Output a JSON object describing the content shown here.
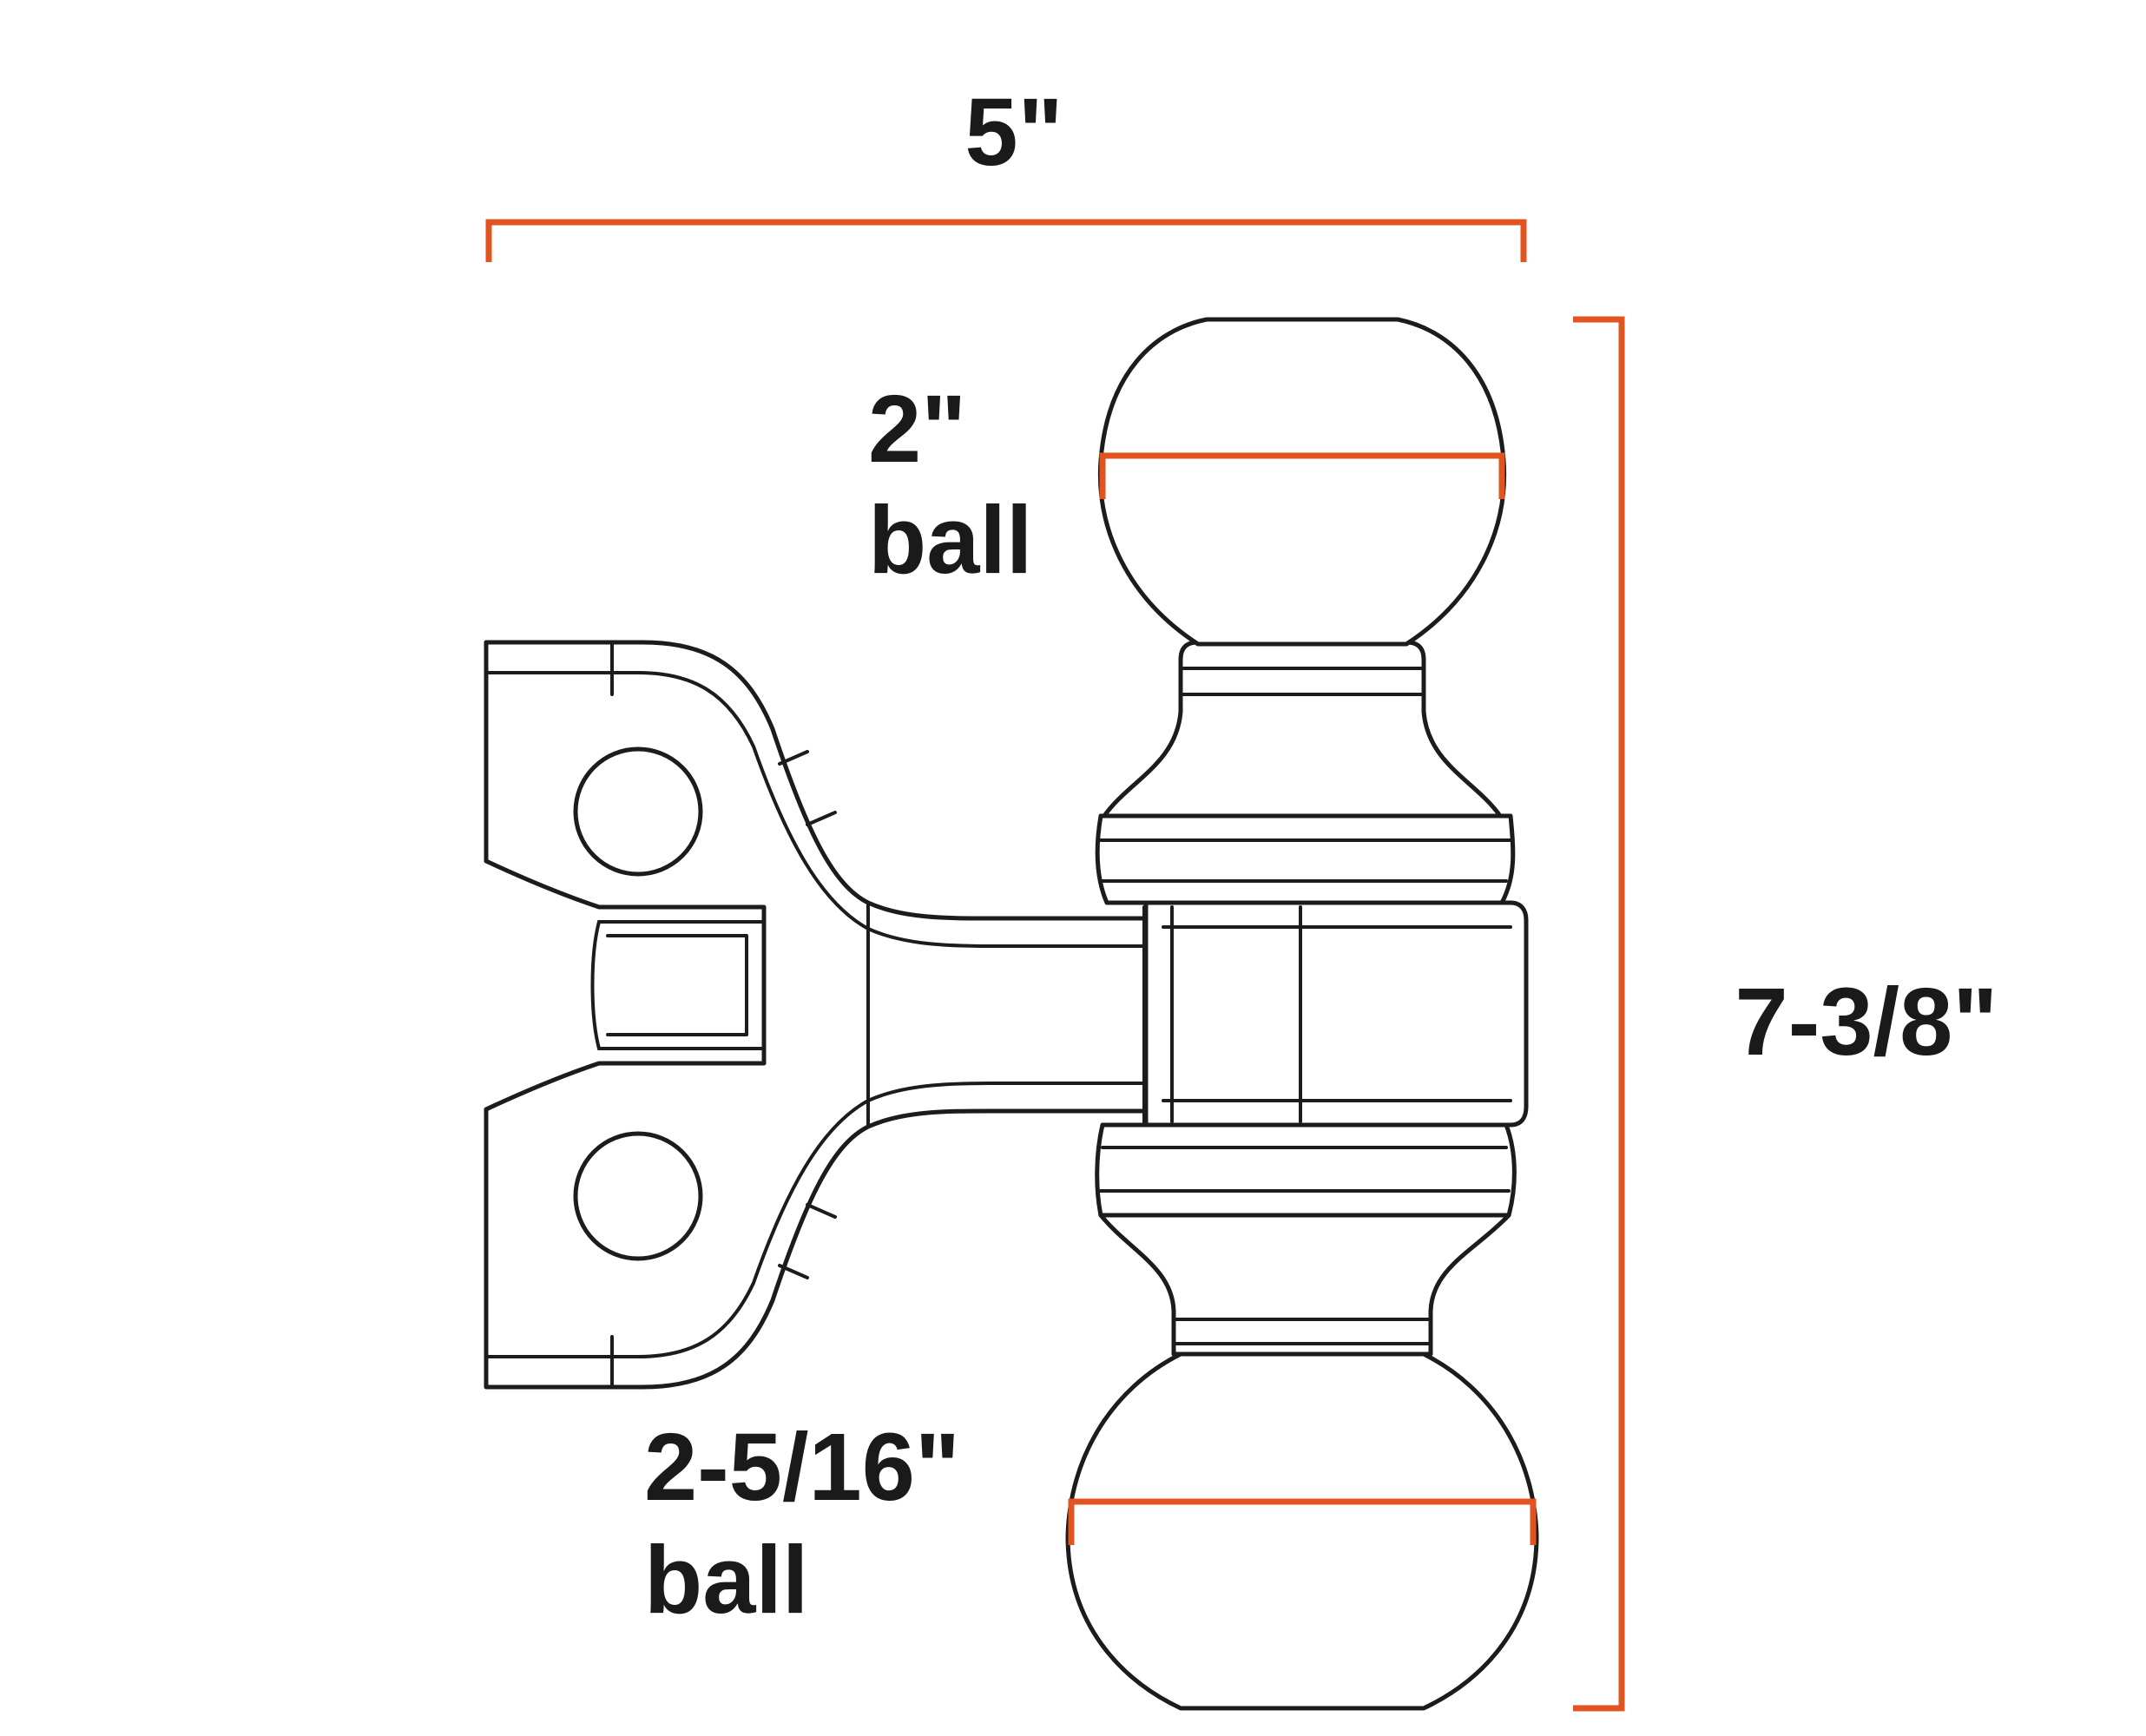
{
  "diagram": {
    "colors": {
      "dimension": "#e2541f",
      "outline": "#1c1c1c",
      "background": "#ffffff"
    },
    "labels": {
      "width": "5\"",
      "height": "7-3/8\"",
      "top_ball_size": "2\"",
      "top_ball_word": "ball",
      "bottom_ball_size": "2-5/16\"",
      "bottom_ball_word": "ball"
    }
  }
}
